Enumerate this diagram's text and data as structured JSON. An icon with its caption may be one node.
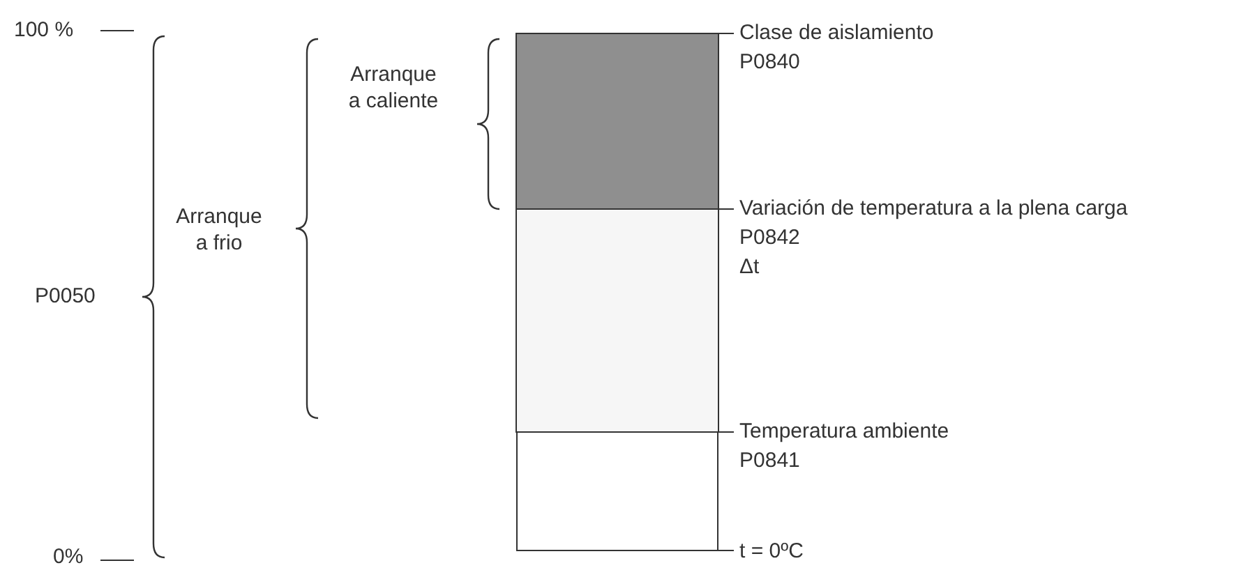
{
  "diagram": {
    "labels": [
      "100 %",
      "Clase de aislamiento",
      "P0840",
      "Arranque a caliente",
      "Arranque a frio",
      "Variación de temperatura a la plena carga",
      "P0842",
      "Δt",
      "P0050",
      "Temperatura ambiente",
      "P0841",
      "0%",
      "t = 0ºC"
    ]
  }
}
